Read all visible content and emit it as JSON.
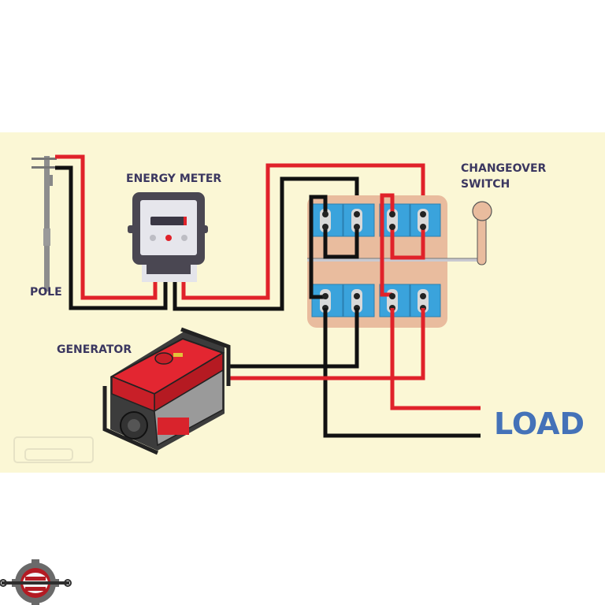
{
  "labels": {
    "pole": "POLE",
    "energy_meter": "ENERGY METER",
    "generator": "GENERATOR",
    "changeover_line1": "CHANGEOVER",
    "changeover_line2": "SWITCH",
    "load": "LOAD"
  },
  "colors": {
    "background_panel": "#fbf7d5",
    "live_wire": "#e0222a",
    "neutral_wire": "#111111",
    "switch_base": "#e9bc9e",
    "switch_terminal": "#3aa3dc",
    "label_text": "#3b3760",
    "load_text": "#4472b8"
  }
}
